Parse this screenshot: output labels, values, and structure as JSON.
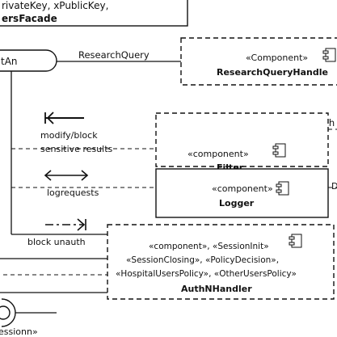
{
  "diagram": {
    "top_partial": {
      "signature": "rivateKey, xPublicKey,",
      "name": "ersFacade"
    },
    "left_node": {
      "label": "tAn"
    },
    "research_query_label": "ResearchQuery",
    "fetch_label": "Fetch",
    "research_component": {
      "stereotype": "«Component»",
      "name": "ResearchQueryHandle"
    },
    "filter_component": {
      "stereotype": "«component»",
      "name": "Filter"
    },
    "logger_component": {
      "stereotype": "«component»",
      "name": "Logger"
    },
    "auth_component": {
      "stereotype_line1": "«component», «SessionInit»",
      "stereotype_line2": "«SessionClosing», «PolicyDecision»,",
      "stereotype_line3": "«HospitalUsersPolicy», «OtherUsersPolicy»",
      "name": "AuthNHandler"
    },
    "legend": {
      "modify_block": {
        "line1": "modify/block",
        "line2": "sensitive results"
      },
      "log_requests": "logrequests",
      "block_unauth": "block unauth"
    },
    "session_label": "essionn»"
  }
}
